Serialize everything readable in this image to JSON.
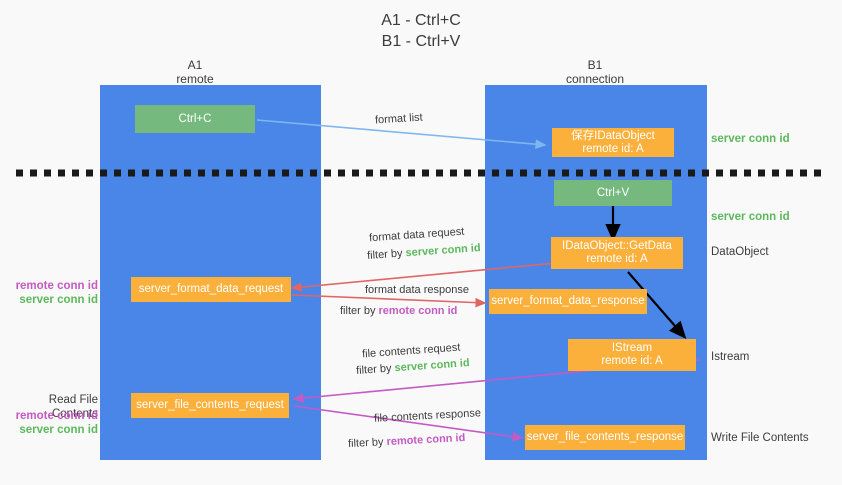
{
  "title": {
    "line1": "A1 - Ctrl+C",
    "line2": "B1 - Ctrl+V"
  },
  "colors": {
    "lane": "#4a86e8",
    "green_box": "#76b97e",
    "orange_box": "#fbb03b",
    "green_text": "#5cb85c",
    "purple_text": "#c45ac4",
    "blue_arrow": "#7eb6f0",
    "red_arrow": "#e06666",
    "magenta_arrow": "#c45ac4",
    "black_arrow": "#000000",
    "background": "#f9f9f9"
  },
  "columns": [
    {
      "name": "A1",
      "sub": "remote"
    },
    {
      "name": "B1",
      "sub": "connection"
    }
  ],
  "boxes": {
    "ctrl_c": {
      "label": "Ctrl+C",
      "style": "green"
    },
    "save_dataobject": {
      "line1": "保存IDataObject",
      "line2": "remote id: A",
      "style": "orange"
    },
    "ctrl_v": {
      "label": "Ctrl+V",
      "style": "green"
    },
    "getdata": {
      "line1": "IDataObject::GetData",
      "line2": "remote id: A",
      "style": "orange"
    },
    "istream": {
      "line1": "IStream",
      "line2": "remote id: A",
      "style": "orange"
    },
    "server_format_data_request": {
      "label": "server_format_data_request",
      "style": "orange"
    },
    "server_format_data_response": {
      "label": "server_format_data_response",
      "style": "orange"
    },
    "server_file_contents_request": {
      "label": "server_file_contents_request",
      "style": "orange"
    },
    "server_file_contents_response": {
      "label": "server_file_contents_response",
      "style": "orange"
    }
  },
  "right_labels": [
    {
      "text": "server conn id",
      "kind": "green"
    },
    {
      "text": "server conn id",
      "kind": "green"
    },
    {
      "text": "DataObject",
      "kind": "dark"
    },
    {
      "text": "Istream",
      "kind": "dark"
    },
    {
      "text": "Write File Contents",
      "kind": "dark"
    }
  ],
  "left_labels": {
    "group1": [
      {
        "text": "remote conn id",
        "kind": "purple"
      },
      {
        "text": "server conn id",
        "kind": "green"
      }
    ],
    "group2_title": "Read File Contents",
    "group2": [
      {
        "text": "remote conn id",
        "kind": "purple"
      },
      {
        "text": "server conn id",
        "kind": "green"
      }
    ]
  },
  "annotations": {
    "format_list": "format list",
    "format_data_request": "format data request",
    "format_data_request_filter_prefix": "filter by ",
    "format_data_request_filter_value": "server conn id",
    "format_data_response": "format data response",
    "format_data_response_filter_prefix": "filter by ",
    "format_data_response_filter_value": "remote conn id",
    "file_contents_request": "file contents request",
    "file_contents_request_filter_prefix": "filter by ",
    "file_contents_request_filter_value": "server conn id",
    "file_contents_response": "file contents response",
    "file_contents_response_filter_prefix": "filter by ",
    "file_contents_response_filter_value": "remote conn id"
  }
}
